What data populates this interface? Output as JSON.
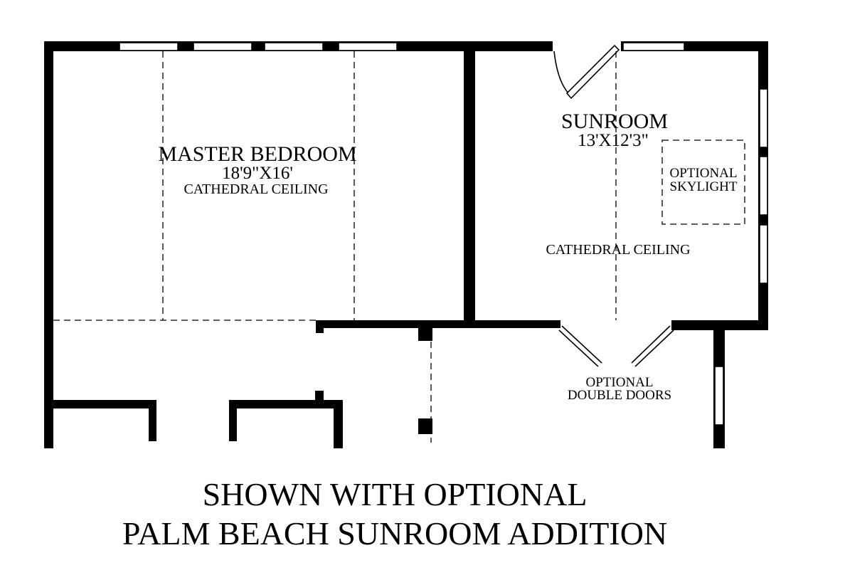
{
  "master_bedroom": {
    "name": "MASTER BEDROOM",
    "dimensions": "18'9\"X16'",
    "ceiling": "CATHEDRAL CEILING"
  },
  "sunroom": {
    "name": "SUNROOM",
    "dimensions": "13'X12'3\"",
    "ceiling": "CATHEDRAL CEILING",
    "skylight_line1": "OPTIONAL",
    "skylight_line2": "SKYLIGHT"
  },
  "double_doors": {
    "line1": "OPTIONAL",
    "line2": "DOUBLE DOORS"
  },
  "caption": {
    "line1": "SHOWN WITH OPTIONAL",
    "line2": "PALM BEACH SUNROOM ADDITION"
  }
}
